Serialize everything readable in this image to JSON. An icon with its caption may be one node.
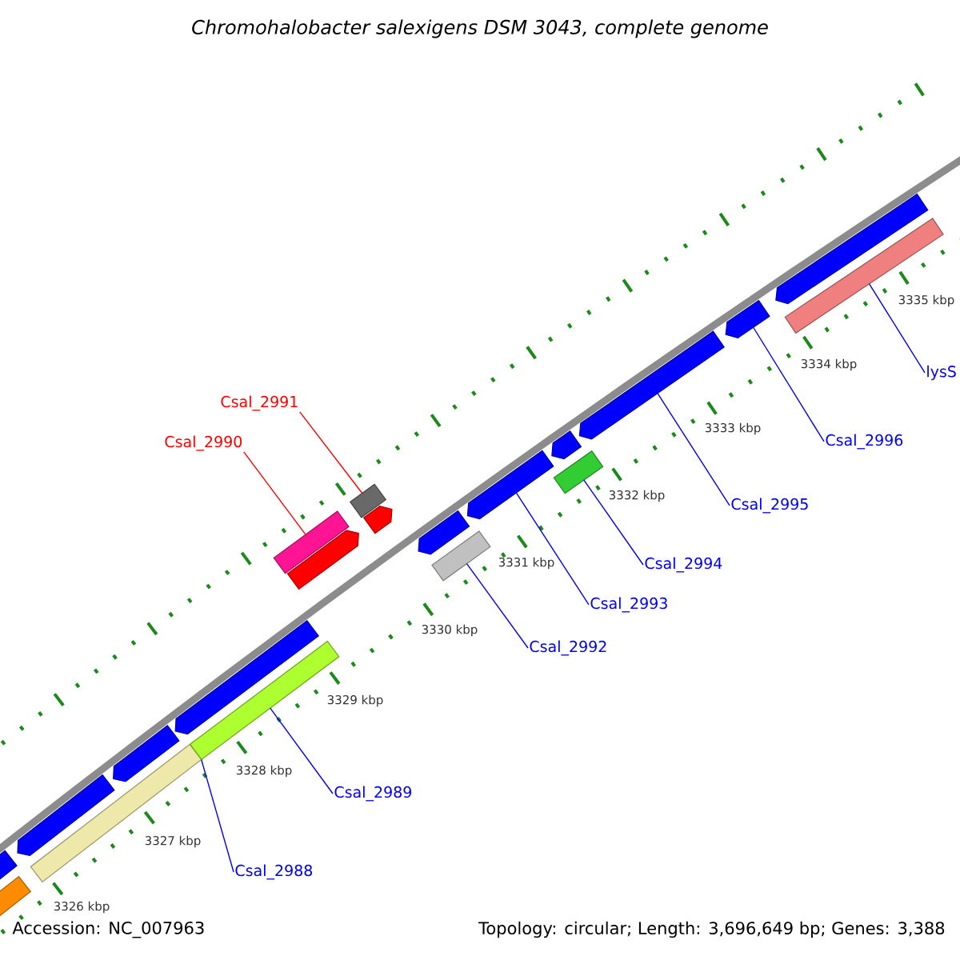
{
  "diagram": {
    "title": "Chromohalobacter salexigens DSM 3043, complete genome",
    "nodes": [
      {
        "text": [
          "Csal_2991"
        ]
      },
      {
        "text": [
          "Csal_2990"
        ]
      },
      {
        "text": [
          "lysS"
        ]
      },
      {
        "text": [
          "Csal_2996"
        ]
      },
      {
        "text": [
          "Csal_2995"
        ]
      },
      {
        "text": [
          "Csal_2994"
        ]
      },
      {
        "text": [
          "Csal_2993"
        ]
      },
      {
        "text": [
          "Csal_2992"
        ]
      },
      {
        "text": [
          "Csal_2989"
        ]
      },
      {
        "text": [
          "Csal_2988"
        ]
      },
      {
        "text": [],
        "shape": "bar"
      },
      {
        "text": [],
        "shape": "arrow"
      },
      {
        "text": [],
        "shape": "bar"
      },
      {
        "text": [],
        "shape": "arrow"
      },
      {
        "text": [],
        "shape": "arrow"
      },
      {
        "text": [],
        "shape": "arrow"
      },
      {
        "text": [],
        "shape": "bar"
      },
      {
        "text": [],
        "shape": "arrow"
      },
      {
        "text": [],
        "shape": "bar"
      },
      {
        "text": [],
        "shape": "arrow"
      },
      {
        "text": [],
        "shape": "bar"
      },
      {
        "text": [],
        "shape": "bar"
      },
      {
        "text": [],
        "shape": "arrow"
      },
      {
        "text": [],
        "shape": "arrow"
      },
      {
        "text": [],
        "shape": "bar"
      },
      {
        "text": [],
        "shape": "arrow"
      },
      {
        "text": [],
        "shape": "arrow"
      },
      {
        "text": [],
        "shape": "arrow"
      },
      {
        "text": [],
        "shape": "bar"
      },
      {
        "text": [],
        "shape": "arrow"
      }
    ],
    "edges": [
      {
        "from": 0,
        "to": 20,
        "arrow": "none",
        "color": "#ff0000"
      },
      {
        "from": 1,
        "to": 18,
        "arrow": "none",
        "color": "#ff0000"
      },
      {
        "from": 2,
        "to": 28,
        "arrow": "none"
      },
      {
        "from": 3,
        "to": 27,
        "arrow": "none"
      },
      {
        "from": 4,
        "to": 26,
        "arrow": "none"
      },
      {
        "from": 5,
        "to": 24,
        "arrow": "none"
      },
      {
        "from": 6,
        "to": 23,
        "arrow": "none"
      },
      {
        "from": 7,
        "to": 21,
        "arrow": "none"
      },
      {
        "from": 8,
        "to": 16,
        "arrow": "none"
      },
      {
        "from": 9,
        "to": 12,
        "arrow": "none"
      }
    ],
    "labels": [
      "3335 kbp",
      "3334 kbp",
      "3333 kbp",
      "3332 kbp",
      "3331 kbp",
      "3330 kbp",
      "3329 kbp",
      "3328 kbp",
      "3327 kbp",
      "3326 kbp",
      "Accession: NC_007963",
      "Topology: circular; Length: 3,696,649 bp; Genes: 3,388"
    ]
  }
}
